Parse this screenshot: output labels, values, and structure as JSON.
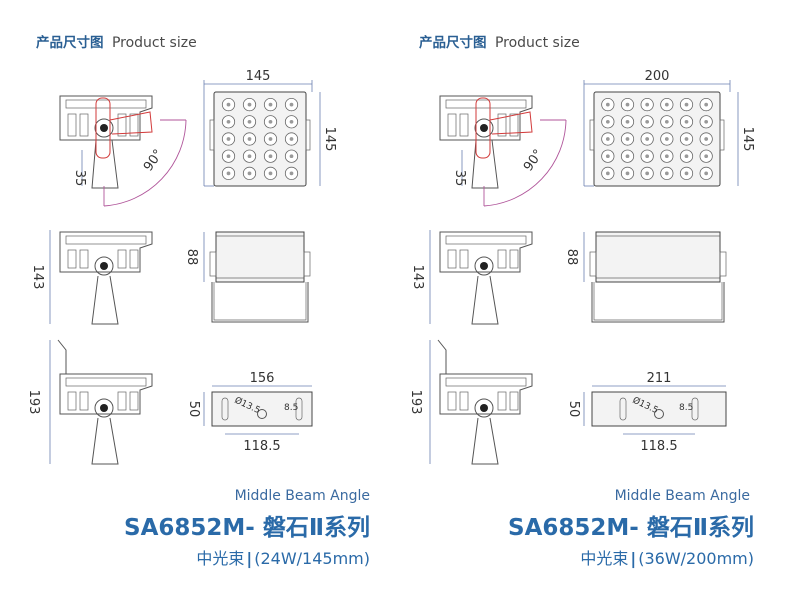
{
  "left": {
    "header_cn": "产品尺寸图",
    "header_en": "Product size",
    "dims": {
      "front_width": "145",
      "front_height": "145",
      "bracket_offset": "35",
      "tilt_angle": "90°",
      "side_height": "143",
      "back_depth": "88",
      "bracket_height": "193",
      "bracket_width": "156",
      "bracket_depth": "50",
      "hole_spacing": "118.5",
      "hole_diameter": "Ø13.5",
      "slot_width": "8.5"
    },
    "led_cols": 4,
    "led_rows": 5,
    "beam_label": "Middle Beam Angle",
    "model": "SA6852M- 磐石Ⅱ系列",
    "series_cn": "中光束",
    "spec": "(24W/145mm)"
  },
  "right": {
    "header_cn": "产品尺寸图",
    "header_en": "Product size",
    "dims": {
      "front_width": "200",
      "front_height": "145",
      "bracket_offset": "35",
      "tilt_angle": "90°",
      "side_height": "143",
      "back_depth": "88",
      "bracket_height": "193",
      "bracket_width": "211",
      "bracket_depth": "50",
      "hole_spacing": "118.5",
      "hole_diameter": "Ø13.5",
      "slot_width": "8.5"
    },
    "led_cols": 6,
    "led_rows": 5,
    "beam_label": "Middle Beam Angle",
    "model": "SA6852M- 磐石Ⅱ系列",
    "series_cn": "中光束",
    "spec": "(36W/200mm)"
  },
  "colors": {
    "header_blue": "#2a5f93",
    "model_blue": "#2a6aa8",
    "dimension_line": "#6a7fb0",
    "tilt_arc": "#b0559a",
    "highlight_red": "#d23a3a"
  }
}
